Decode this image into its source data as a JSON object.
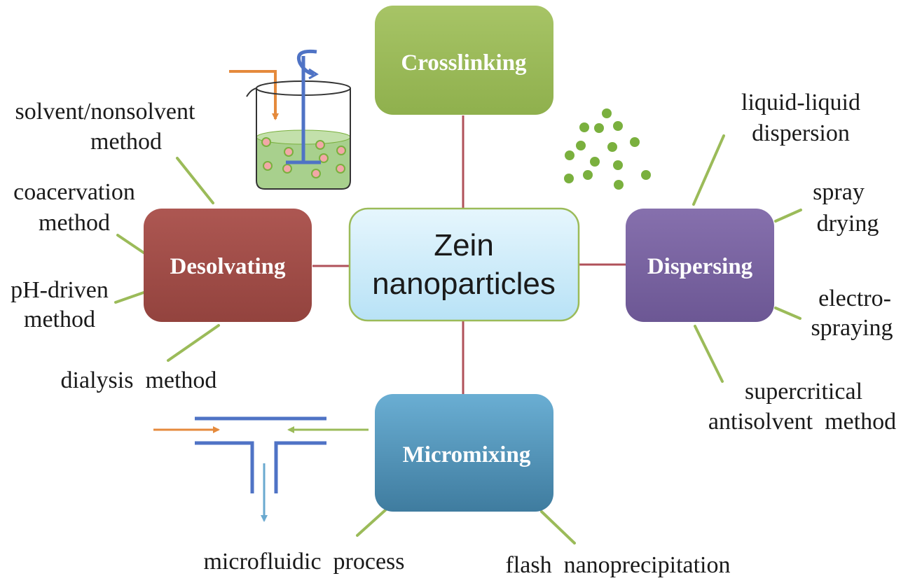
{
  "center": {
    "line1": "Zein",
    "line2": "nanoparticles"
  },
  "nodes": {
    "crosslinking": {
      "label": "Crosslinking",
      "color": "#9bbb59"
    },
    "desolvating": {
      "label": "Desolvating",
      "color": "#a04e49"
    },
    "dispersing": {
      "label": "Dispersing",
      "color": "#7a63a2"
    },
    "micromixing": {
      "label": "Micromixing",
      "color": "#4f97bd"
    }
  },
  "desolvating_methods": [
    {
      "line1": "solvent/nonsolvent",
      "line2": "method"
    },
    {
      "line1": "coacervation",
      "line2": "method"
    },
    {
      "line1": "pH-driven",
      "line2": "method"
    },
    {
      "line1": "dialysis  method",
      "line2": ""
    }
  ],
  "dispersing_methods": [
    {
      "line1": "liquid-liquid",
      "line2": "dispersion"
    },
    {
      "line1": "spray",
      "line2": "drying"
    },
    {
      "line1": "electro-",
      "line2": "spraying"
    },
    {
      "line1": "supercritical",
      "line2": "antisolvent  method"
    }
  ],
  "micromixing_methods": [
    {
      "line1": "microfluidic  process"
    },
    {
      "line1": "flash  nanoprecipitation"
    }
  ],
  "colors": {
    "connector": "#b0515a",
    "branch": "#9bbb59",
    "orange_arrow": "#e58a3c",
    "blue_arrow": "#4f73c5",
    "particle": "#7ab03e"
  },
  "icons": {
    "beaker": "beaker-with-stirrer-icon",
    "particles": "particles-icon",
    "channel": "t-junction-microchannel-icon"
  }
}
